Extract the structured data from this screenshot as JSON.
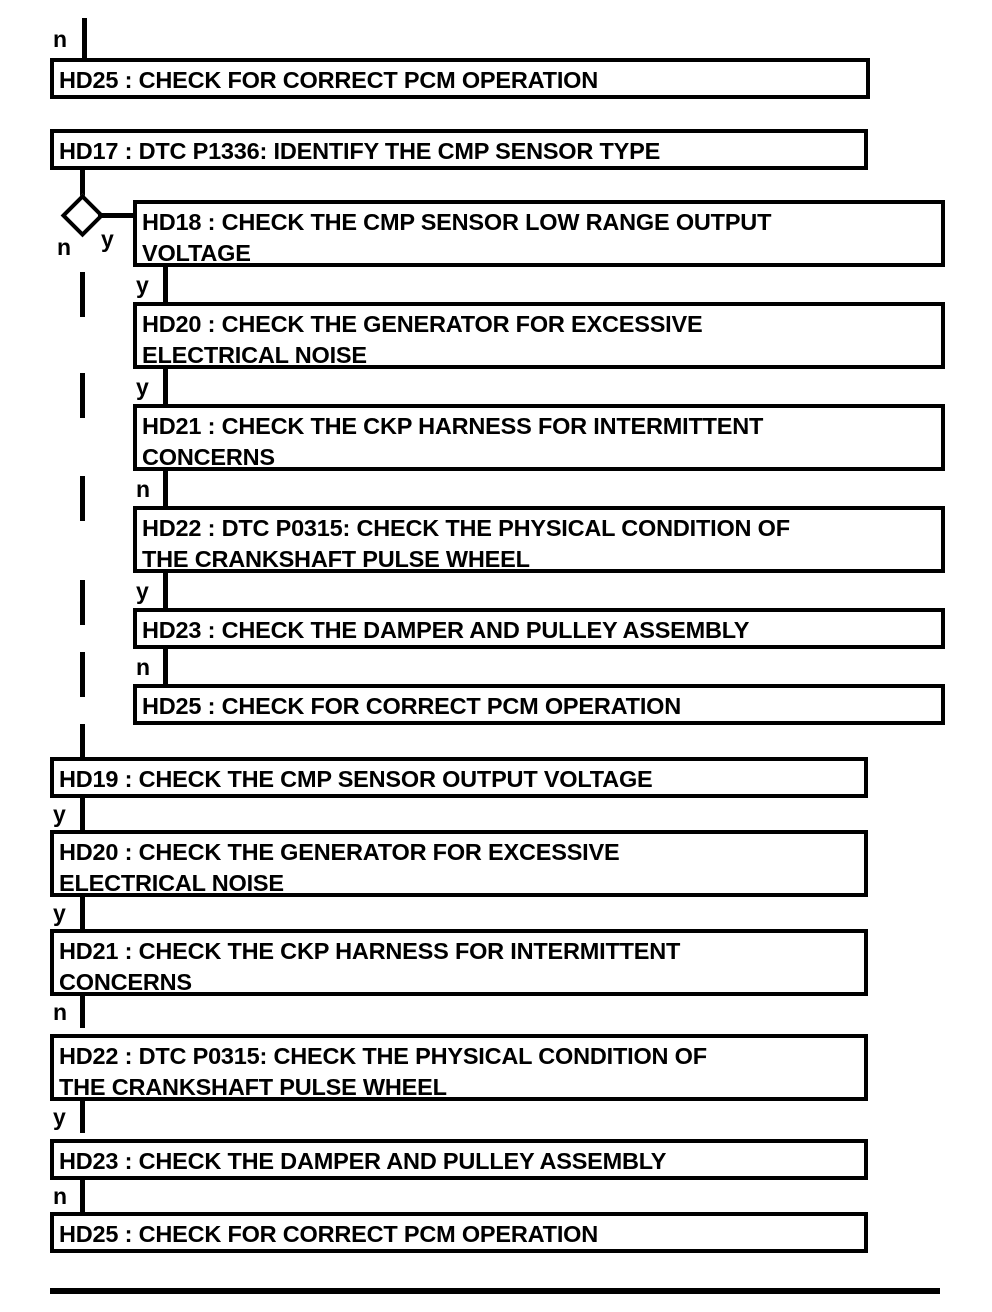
{
  "diagram": {
    "type": "flowchart",
    "title_text": "",
    "colors": {
      "line": "#000000",
      "fill": "#ffffff",
      "text": "#000000"
    },
    "nodes": [
      {
        "id": "n1",
        "label": "HD25 : CHECK FOR CORRECT PCM OPERATION"
      },
      {
        "id": "n2",
        "label": "HD17 : DTC P1336: IDENTIFY THE CMP SENSOR TYPE"
      },
      {
        "id": "n3",
        "label": "HD18 : CHECK THE CMP SENSOR LOW RANGE OUTPUT\nVOLTAGE"
      },
      {
        "id": "n4",
        "label": "HD20 : CHECK THE GENERATOR FOR EXCESSIVE\nELECTRICAL NOISE"
      },
      {
        "id": "n5",
        "label": "HD21 : CHECK THE CKP HARNESS FOR INTERMITTENT\nCONCERNS"
      },
      {
        "id": "n6",
        "label": "HD22 : DTC P0315: CHECK THE PHYSICAL CONDITION OF\nTHE CRANKSHAFT PULSE WHEEL"
      },
      {
        "id": "n7",
        "label": "HD23 : CHECK THE DAMPER AND PULLEY ASSEMBLY"
      },
      {
        "id": "n8",
        "label": "HD25 : CHECK FOR CORRECT PCM OPERATION"
      },
      {
        "id": "n9",
        "label": "HD19 : CHECK THE CMP SENSOR OUTPUT VOLTAGE"
      },
      {
        "id": "n10",
        "label": "HD20 : CHECK THE GENERATOR FOR EXCESSIVE\nELECTRICAL NOISE"
      },
      {
        "id": "n11",
        "label": "HD21 : CHECK THE CKP HARNESS FOR INTERMITTENT\nCONCERNS"
      },
      {
        "id": "n12",
        "label": "HD22 : DTC P0315: CHECK THE PHYSICAL CONDITION OF\nTHE CRANKSHAFT PULSE WHEEL"
      },
      {
        "id": "n13",
        "label": "HD23 : CHECK THE DAMPER AND PULLEY ASSEMBLY"
      },
      {
        "id": "n14",
        "label": "HD25 : CHECK FOR CORRECT PCM OPERATION"
      }
    ],
    "decision": {
      "id": "d1",
      "label": ""
    },
    "edge_labels": {
      "top_n": "n",
      "decision_n": "n",
      "decision_y": "y",
      "e_hd18_hd20": "y",
      "e_hd20_hd21": "y",
      "e_hd21_hd22": "n",
      "e_hd22_hd23": "y",
      "e_hd23_hd25": "n",
      "e_hd19_hd20": "y",
      "e_hd20b_hd21": "y",
      "e_hd21b_hd22": "n",
      "e_hd22b_hd23": "y",
      "e_hd23b_hd25": "n"
    }
  }
}
